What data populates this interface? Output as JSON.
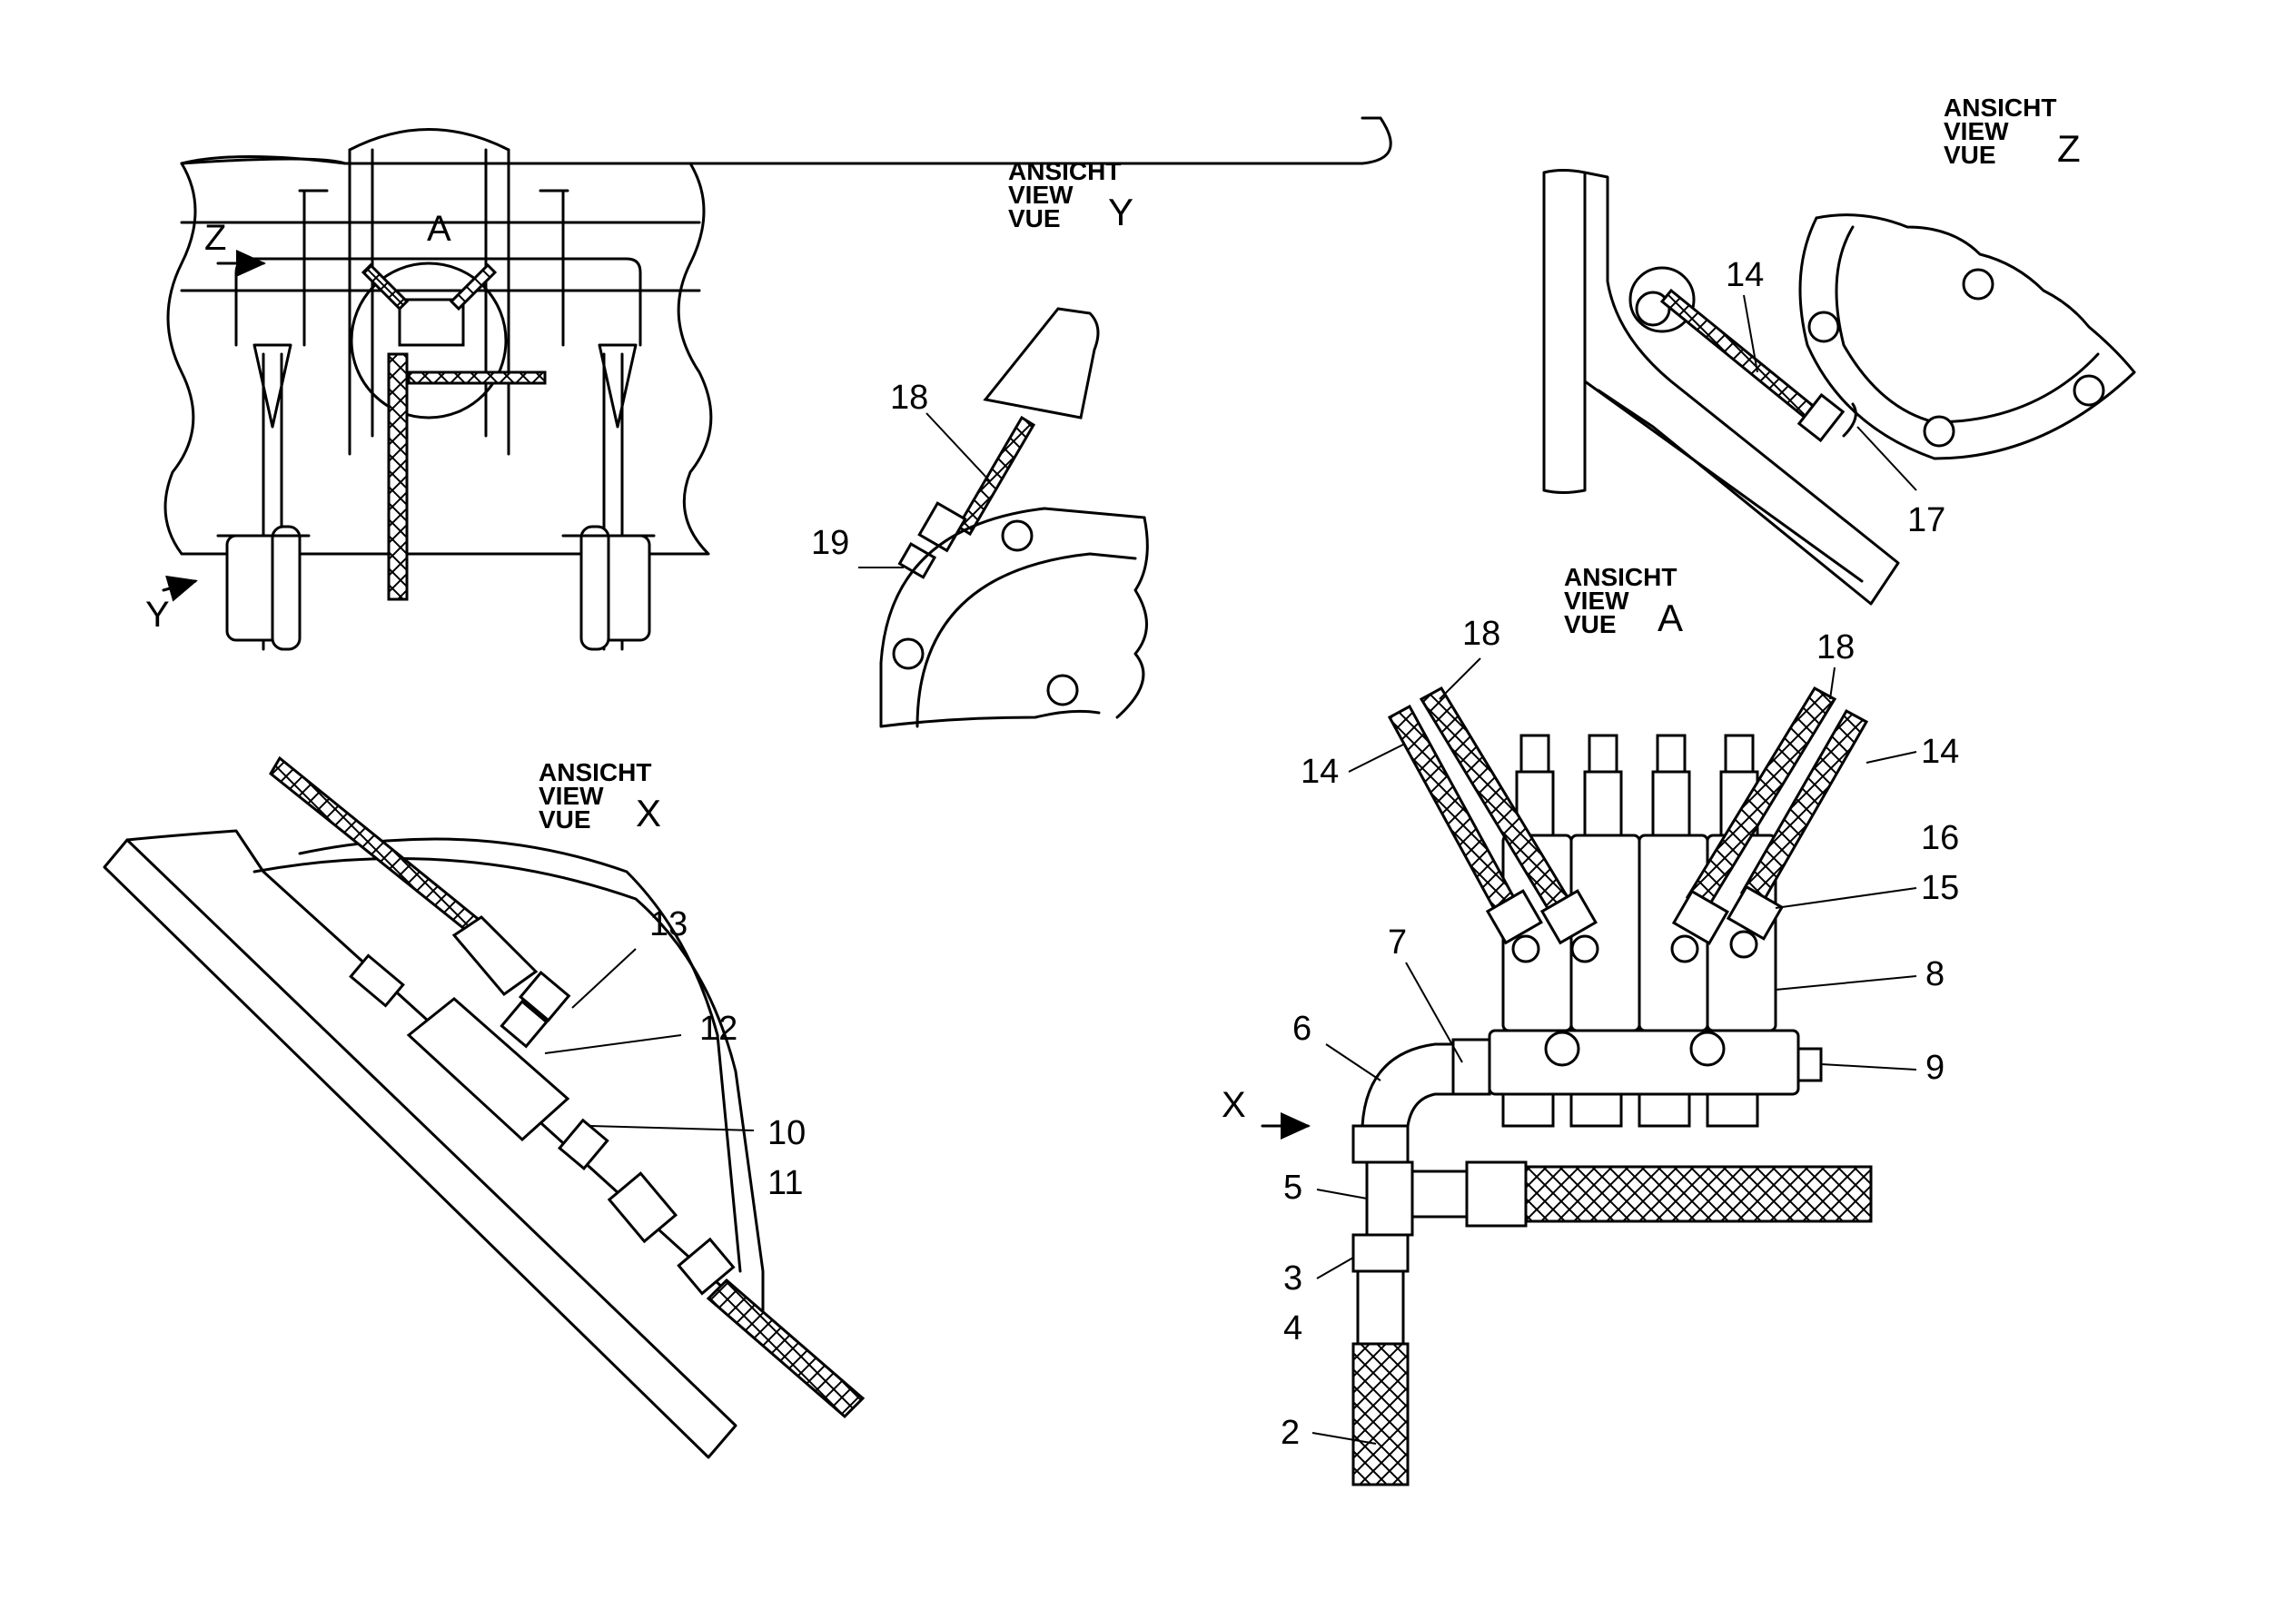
{
  "view_labels": {
    "ansicht": "ANSICHT",
    "view": "VIEW",
    "vue": "VUE",
    "letters": {
      "y": "Y",
      "z": "Z",
      "x": "X",
      "a": "A"
    }
  },
  "overview": {
    "arrow_z": "Z",
    "arrow_y": "Y",
    "detail_a": "A"
  },
  "view_a": {
    "arrow_x": "X"
  },
  "callouts": {
    "c2": "2",
    "c3": "3",
    "c4": "4",
    "c5": "5",
    "c6": "6",
    "c7": "7",
    "c8": "8",
    "c9": "9",
    "c10": "10",
    "c11": "11",
    "c12": "12",
    "c13": "13",
    "c14": "14",
    "c15": "15",
    "c16": "16",
    "c17": "17",
    "c18": "18",
    "c19": "19"
  }
}
